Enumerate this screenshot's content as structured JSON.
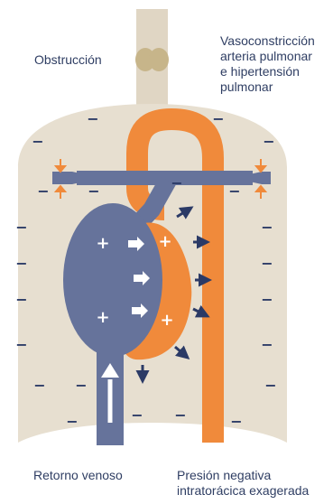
{
  "labels": {
    "obstruction": "Obstrucción",
    "vasoconstriction": "Vasoconstricción\narteria pulmonar\ne hipertensión\npulmonar",
    "venous_return": "Retorno venoso",
    "negative_pressure": "Presión negativa\nintratorácica exagerada"
  },
  "signs": {
    "minus": "−",
    "plus": "+"
  },
  "colors": {
    "background": "#ffffff",
    "thorax": "#e7dfd0",
    "trachea": "#e0d6c4",
    "obstruction": "#c7b58a",
    "blue": "#66739b",
    "orange": "#f08a3b",
    "dark_blue": "#2b3a66",
    "text": "#2f3e63"
  }
}
